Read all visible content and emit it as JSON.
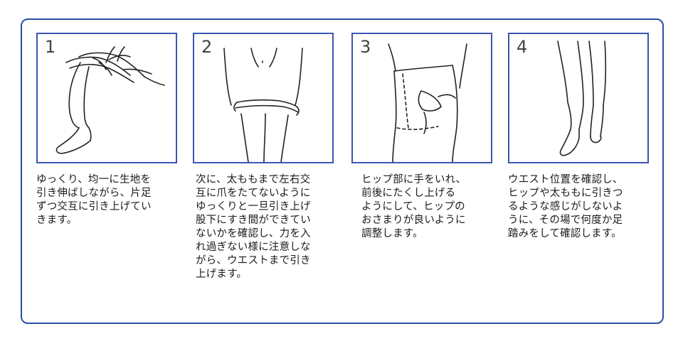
{
  "steps": [
    {
      "number": "1",
      "text": "ゆっくり、均一に生地を\n引き伸ばしながら、片足\nずつ交互に引き上げてい\nきます。"
    },
    {
      "number": "2",
      "text": "次に、太ももまで左右交\n互に爪をたてないように\nゆっくりと一旦引き上げ\n股下にすき間ができてい\nないかを確認し、力を入\nれ過ぎない様に注意しな\nがら、ウエストまで引き\n上げます。"
    },
    {
      "number": "3",
      "text": "ヒップ部に手をいれ、\n前後にたくし上げる\nようにして、ヒップの\nおさまりが良いように\n調整します。"
    },
    {
      "number": "4",
      "text": "ウエスト位置を確認し、\nヒップや太ももに引きつ\nるような感じがしないよ\nうに、その場で何度か足\n踏みをして確認します。"
    }
  ],
  "colors": {
    "frame": "#2c4fa3",
    "panel_border": "#3a56b0"
  }
}
